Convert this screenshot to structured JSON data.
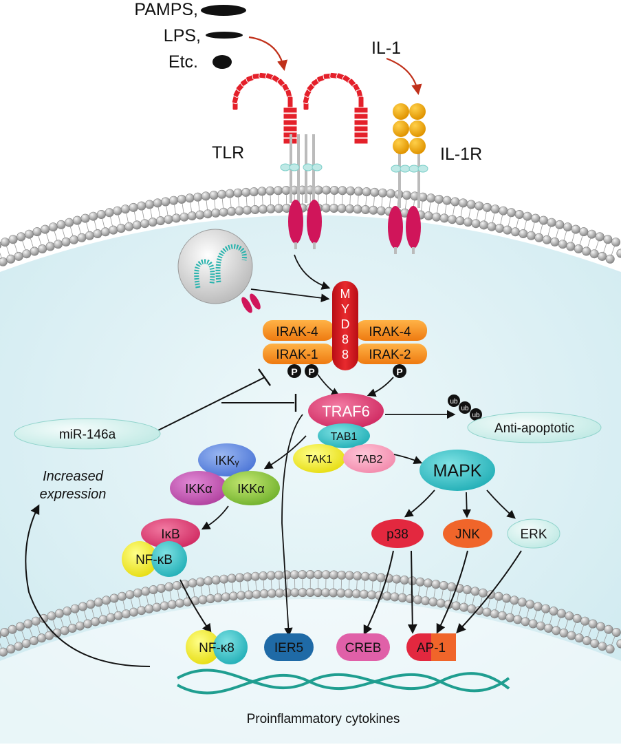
{
  "ligands": {
    "pamps": "PAMPS,",
    "lps": "LPS,",
    "etc": "Etc.",
    "il1": "IL-1"
  },
  "receptors": {
    "tlr": "TLR",
    "il1r": "IL-1R"
  },
  "adaptor": {
    "myd88_letters": [
      "M",
      "Y",
      "D",
      "8",
      "8"
    ]
  },
  "kinases": {
    "irak4_left": "IRAK-4",
    "irak4_right": "IRAK-4",
    "irak1": "IRAK-1",
    "irak2": "IRAK-2",
    "phospho": "P"
  },
  "traf": {
    "traf6": "TRAF6",
    "tab1": "TAB1",
    "tak1": "TAK1",
    "tab2": "TAB2"
  },
  "ubiquitin": {
    "label": "ub",
    "anti_apoptotic": "Anti-apoptotic"
  },
  "mirna": {
    "label": "miR-146a",
    "increased_expression": [
      "Increased",
      "expression"
    ]
  },
  "ikk": {
    "ikk_gamma": "IKKᵧ",
    "ikk_alpha_left": "IKKα",
    "ikk_alpha_right": "IKKα"
  },
  "nfkb_complex": {
    "ikb": "IκB",
    "nfkb": "NF-κB"
  },
  "mapk": {
    "mapk": "MAPK",
    "p38": "p38",
    "jnk": "JNK",
    "erk": "ERK"
  },
  "transcription_factors": {
    "nfkb": "NF-κ8",
    "ier5": "IER5",
    "creb": "CREB",
    "ap1": "AP-1"
  },
  "dna": {
    "label": "Proinflammatory cytokines"
  },
  "colors": {
    "cytoplasm": "#d6eef2",
    "receptor_red": "#e4202a",
    "receptor_magenta": "#d0155a",
    "il1_gold": "#f0a800",
    "myd88_red": "#d7141f",
    "irak_orange": "#f28a1a",
    "traf6_magenta": "#df3a74",
    "mapk_teal": "#33c2c8",
    "p38_red": "#e3283f",
    "jnk_orange": "#f0652a",
    "ier5_blue": "#1f6aa6",
    "creb_pink": "#e060a8",
    "dna_teal": "#1f9e90"
  }
}
